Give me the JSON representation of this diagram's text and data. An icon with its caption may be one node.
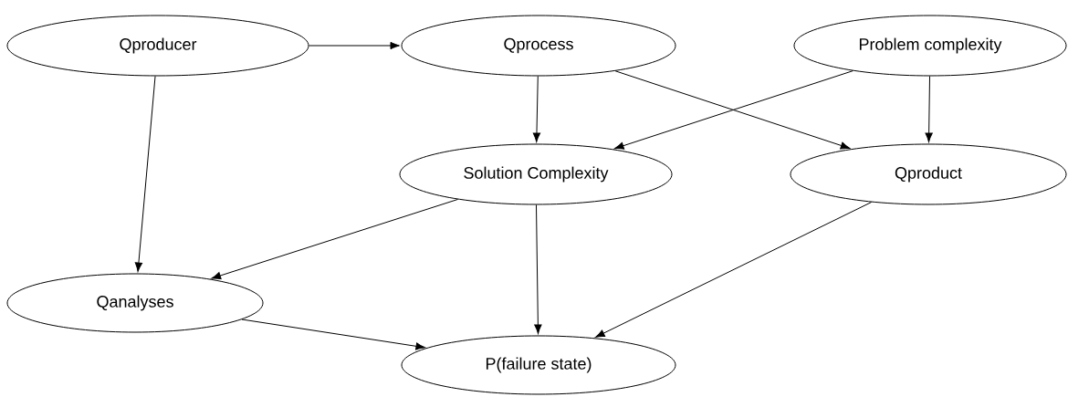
{
  "diagram": {
    "nodes": [
      {
        "text": [
          "Qproducer"
        ]
      },
      {
        "text": [
          "Qprocess"
        ]
      },
      {
        "text": [
          "Problem complexity"
        ]
      },
      {
        "text": [
          "Solution Complexity"
        ]
      },
      {
        "text": [
          "Qproduct"
        ]
      },
      {
        "text": [
          "Qanalyses"
        ]
      },
      {
        "text": [
          "P(failure state)"
        ]
      }
    ],
    "edges": [
      {
        "from": 0,
        "to": 1,
        "arrow": "to"
      },
      {
        "from": 0,
        "to": 5,
        "arrow": "to"
      },
      {
        "from": 1,
        "to": 3,
        "arrow": "to"
      },
      {
        "from": 1,
        "to": 4,
        "arrow": "to"
      },
      {
        "from": 2,
        "to": 3,
        "arrow": "to"
      },
      {
        "from": 2,
        "to": 4,
        "arrow": "to"
      },
      {
        "from": 3,
        "to": 5,
        "arrow": "to"
      },
      {
        "from": 3,
        "to": 6,
        "arrow": "to"
      },
      {
        "from": 4,
        "to": 6,
        "arrow": "to"
      },
      {
        "from": 5,
        "to": 6,
        "arrow": "to"
      }
    ]
  }
}
